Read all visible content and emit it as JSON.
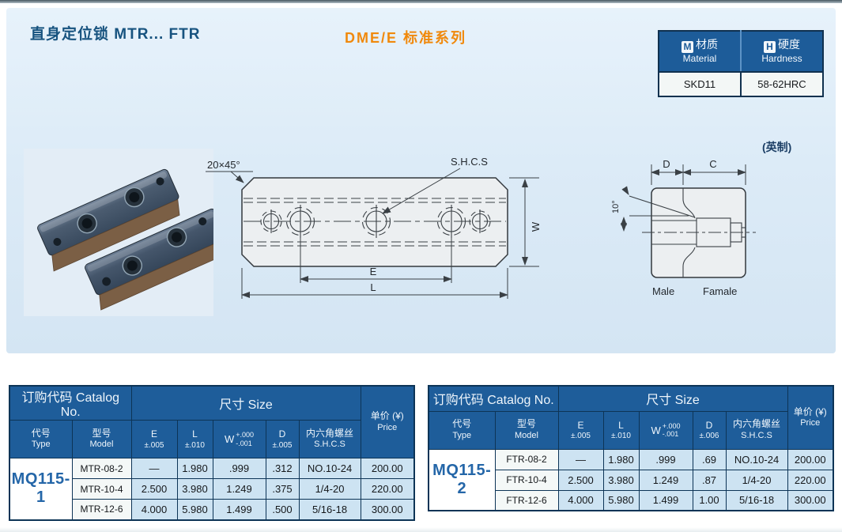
{
  "page": {
    "title": "直身定位锁 MTR... FTR",
    "series": "DME/E 标准系列",
    "unit_note": "(英制)"
  },
  "material_table": {
    "m_badge": "M",
    "m_cn": "材质",
    "m_en": "Material",
    "m_value": "SKD11",
    "h_badge": "H",
    "h_cn": "硬度",
    "h_en": "Hardness",
    "h_value": "58-62HRC"
  },
  "drawing": {
    "chamfer_label": "20×45°",
    "shcs_label": "S.H.C.S",
    "dim_e": "E",
    "dim_l": "L",
    "dim_w": "W",
    "dim_d": "D",
    "dim_c": "C",
    "angle_label": "10°",
    "male_label": "Male",
    "female_label": "Famale"
  },
  "spec_tables": [
    {
      "catalog_header": "订购代码 Catalog No.",
      "size_header": "尺寸 Size",
      "price_cn": "单价 (¥)",
      "price_en": "Price",
      "type_cn": "代号",
      "type_en": "Type",
      "model_cn": "型号",
      "model_en": "Model",
      "e": "E",
      "e_tol": "±.005",
      "l": "L",
      "l_tol": "±.010",
      "w": "W",
      "w_tol_top": "+.000",
      "w_tol_bot": "-.001",
      "d": "D",
      "d_tol": "±.005",
      "shcs_cn": "内六角螺丝",
      "shcs_en": "S.H.C.S",
      "type": "MQ115-1",
      "rows": [
        {
          "model": "MTR-08-2",
          "e": "—",
          "l": "1.980",
          "w": ".999",
          "d": ".312",
          "shcs": "NO.10-24",
          "price": "200.00"
        },
        {
          "model": "MTR-10-4",
          "e": "2.500",
          "l": "3.980",
          "w": "1.249",
          "d": ".375",
          "shcs": "1/4-20",
          "price": "220.00"
        },
        {
          "model": "MTR-12-6",
          "e": "4.000",
          "l": "5.980",
          "w": "1.499",
          "d": ".500",
          "shcs": "5/16-18",
          "price": "300.00"
        }
      ]
    },
    {
      "catalog_header": "订购代码 Catalog No.",
      "size_header": "尺寸 Size",
      "price_cn": "单价 (¥)",
      "price_en": "Price",
      "type_cn": "代号",
      "type_en": "Type",
      "model_cn": "型号",
      "model_en": "Model",
      "e": "E",
      "e_tol": "±.005",
      "l": "L",
      "l_tol": "±.010",
      "w": "W",
      "w_tol_top": "+.000",
      "w_tol_bot": "-.001",
      "d": "D",
      "d_tol": "±.006",
      "shcs_cn": "内六角螺丝",
      "shcs_en": "S.H.C.S",
      "type": "MQ115-2",
      "rows": [
        {
          "model": "FTR-08-2",
          "e": "—",
          "l": "1.980",
          "w": ".999",
          "d": ".69",
          "shcs": "NO.10-24",
          "price": "200.00"
        },
        {
          "model": "FTR-10-4",
          "e": "2.500",
          "l": "3.980",
          "w": "1.249",
          "d": ".87",
          "shcs": "1/4-20",
          "price": "220.00"
        },
        {
          "model": "FTR-12-6",
          "e": "4.000",
          "l": "5.980",
          "w": "1.499",
          "d": "1.00",
          "shcs": "5/16-18",
          "price": "300.00"
        }
      ]
    }
  ]
}
